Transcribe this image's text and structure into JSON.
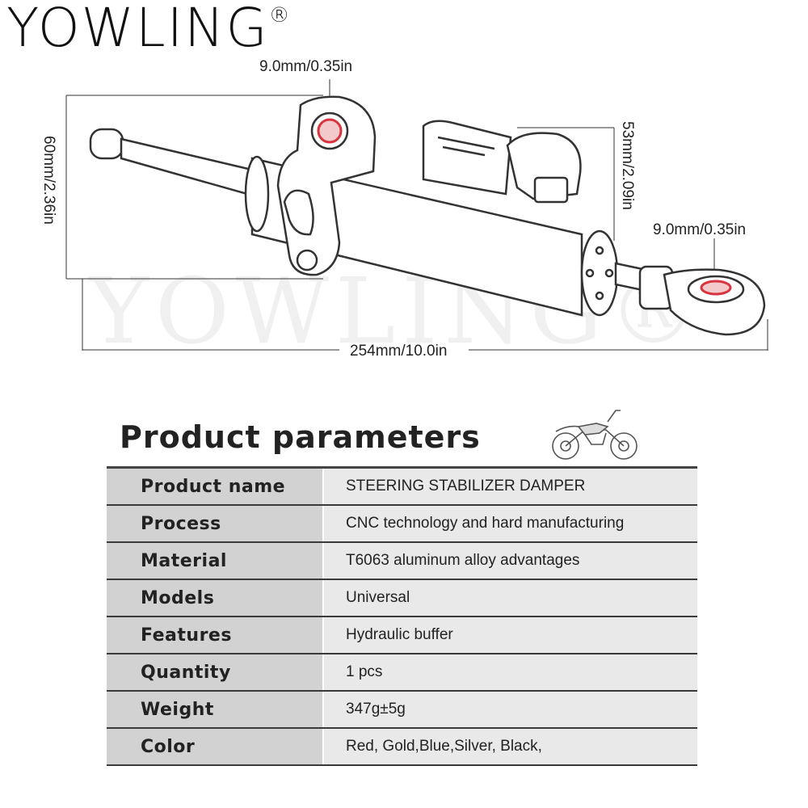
{
  "brand": {
    "name": "YOWLING",
    "mark": "®"
  },
  "watermark": "YOWLING®",
  "dimensions": {
    "top_hole": "9.0mm/0.35in",
    "left_height": "60mm/2.36in",
    "right_height": "53mm/2.09in",
    "right_hole": "9.0mm/0.35in",
    "length": "254mm/10.0in"
  },
  "params": {
    "title": "Product parameters",
    "rows": [
      {
        "key": "Product name",
        "value": "STEERING STABILIZER DAMPER"
      },
      {
        "key": "Process",
        "value": "CNC technology and hard manufacturing"
      },
      {
        "key": "Material",
        "value": "T6063 aluminum alloy advantages"
      },
      {
        "key": "Models",
        "value": "Universal"
      },
      {
        "key": "Features",
        "value": "Hydraulic buffer"
      },
      {
        "key": "Quantity",
        "value": "1 pcs"
      },
      {
        "key": "Weight",
        "value": "347g±5g"
      },
      {
        "key": "Color",
        "value": "Red, Gold,Blue,Silver, Black,"
      }
    ]
  },
  "colors": {
    "accent": "#d9343e",
    "row_key_bg": "#d2d2d2",
    "row_value_bg": "#e9e9e9"
  }
}
